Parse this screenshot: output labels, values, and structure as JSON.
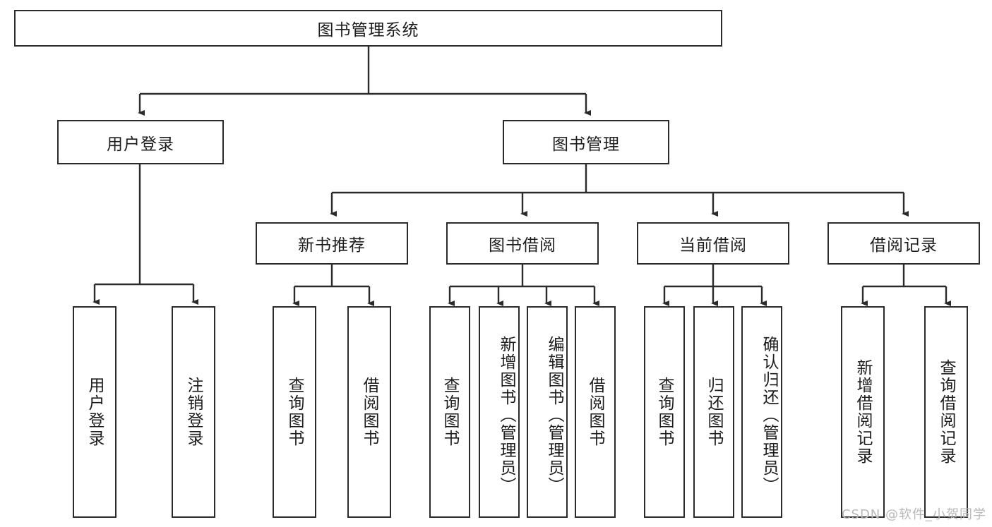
{
  "diagram": {
    "type": "tree",
    "title": "图书管理系统",
    "theme": {
      "box_border": "#2b2b2b",
      "box_fill": "#ffffff",
      "text": "#1d1d1d",
      "wire": "#2b2b2b",
      "watermark": "#b9b9b9"
    },
    "root": {
      "label": "图书管理系统"
    },
    "level2": [
      {
        "label": "用户登录"
      },
      {
        "label": "图书管理"
      }
    ],
    "level3": [
      {
        "label": "新书推荐"
      },
      {
        "label": "图书借阅"
      },
      {
        "label": "当前借阅"
      },
      {
        "label": "借阅记录"
      }
    ],
    "leaves": {
      "user_login": [
        {
          "label": "用户登录"
        },
        {
          "label": "注销登录"
        }
      ],
      "new_book": [
        {
          "label": "查询图书"
        },
        {
          "label": "借阅图书"
        }
      ],
      "book_borrow": [
        {
          "label": "查询图书"
        },
        {
          "label": "新增图书（管理员）"
        },
        {
          "label": "编辑图书（管理员）"
        },
        {
          "label": "借阅图书"
        }
      ],
      "current_borrow": [
        {
          "label": "查询图书"
        },
        {
          "label": "归还图书"
        },
        {
          "label": "确认归还（管理员）"
        }
      ],
      "borrow_record": [
        {
          "label": "新增借阅记录"
        },
        {
          "label": "查询借阅记录"
        }
      ]
    },
    "watermark": "CSDN @软件_小贺同学"
  }
}
